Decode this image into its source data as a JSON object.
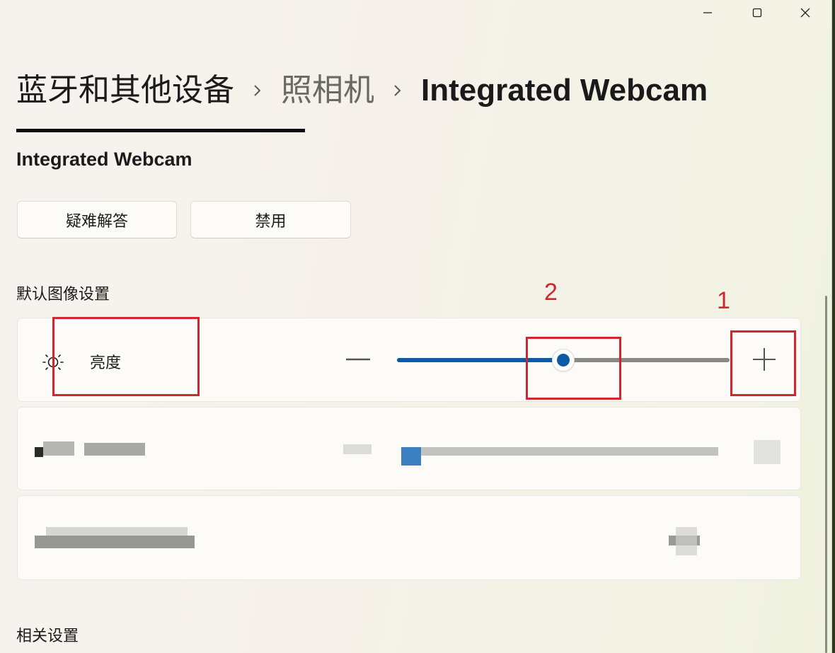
{
  "window": {
    "controls": {
      "minimize": "minimize",
      "maximize": "maximize",
      "close": "close"
    }
  },
  "breadcrumb": {
    "items": [
      {
        "label": "蓝牙和其他设备",
        "state": "link"
      },
      {
        "label": "照相机",
        "state": "link"
      },
      {
        "label": "Integrated Webcam",
        "state": "current"
      }
    ],
    "separator_icon": "chevron-right-icon"
  },
  "device": {
    "title": "Integrated Webcam",
    "buttons": {
      "troubleshoot": "疑难解答",
      "disable": "禁用"
    }
  },
  "image_settings": {
    "section_label": "默认图像设置",
    "brightness": {
      "icon": "sun-icon",
      "label": "亮度",
      "decrease_icon": "minus-icon",
      "increase_icon": "plus-icon",
      "value_percent": 50,
      "accent_color": "#0d5aa7"
    },
    "redacted_rows": 2
  },
  "related": {
    "section_label": "相关设置"
  },
  "annotations": [
    {
      "number": "1",
      "target": "increase-brightness-button",
      "color": "#d0262f"
    },
    {
      "number": "2",
      "target": "brightness-slider-thumb",
      "color": "#d0262f"
    },
    {
      "number": "",
      "target": "brightness-label",
      "color": "#d0262f"
    }
  ]
}
